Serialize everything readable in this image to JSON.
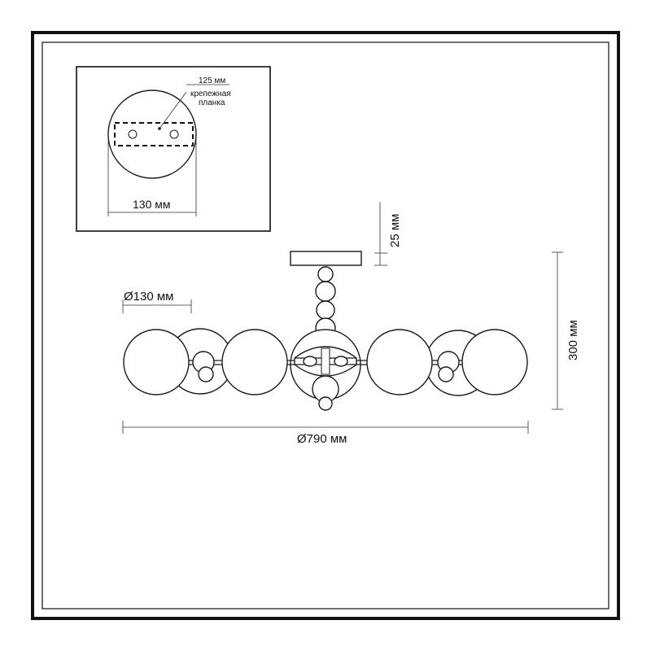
{
  "inset": {
    "plate_label_dim": "125 мм",
    "plate_label_line1": "крепежная",
    "plate_label_line2": "планка",
    "width_label": "130 мм"
  },
  "dimensions": {
    "canopy_height": "25 мм",
    "globe_diameter": "Ø130 мм",
    "total_height": "300 мм",
    "total_diameter": "Ø790 мм"
  }
}
